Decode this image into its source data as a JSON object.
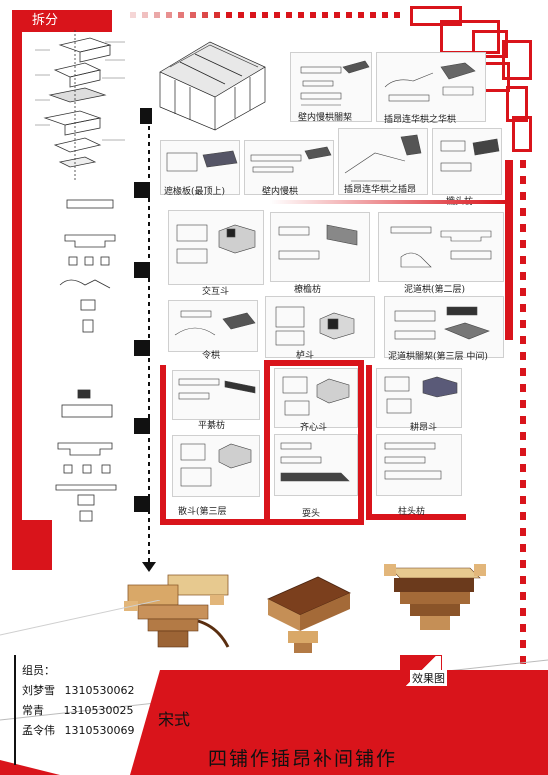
{
  "header": {
    "section_tag": "拆分"
  },
  "labels": {
    "panel_a": "壁内慢栱闇栔",
    "panel_b": "插昂连华栱之华栱",
    "panel_c": "遮椽板(最顶上)",
    "panel_d": "壁内慢栱",
    "panel_e": "插昂连华栱之插昂",
    "panel_f": "櫼头枋",
    "row2_a": "交互斗",
    "row2_b": "橑檐枋",
    "row2_c": "泥道栱(第二层)",
    "row3_a": "令栱",
    "row3_b": "栌斗",
    "row3_c": "泥道栱闇栔(第三层 中间)",
    "row4_a": "平綦枋",
    "row4_b": "齐心斗",
    "row4_c": "耕昂斗",
    "row5_a": "散斗(第三层",
    "row5_b": "耍头",
    "row5_c": "柱头枋"
  },
  "team": {
    "heading": "组员：",
    "members": [
      {
        "name": "刘梦雪",
        "id": "1310530062"
      },
      {
        "name": "常青",
        "id": "1310530025"
      },
      {
        "name": "孟令伟",
        "id": "1310530069"
      }
    ]
  },
  "footer": {
    "dynasty": "宋式",
    "title": "四铺作插昂补间铺作",
    "effect_label": "效果图"
  },
  "colors": {
    "accent": "#d9141b",
    "wood_light": "#e0b87a",
    "wood_dark": "#7a3e1e"
  }
}
